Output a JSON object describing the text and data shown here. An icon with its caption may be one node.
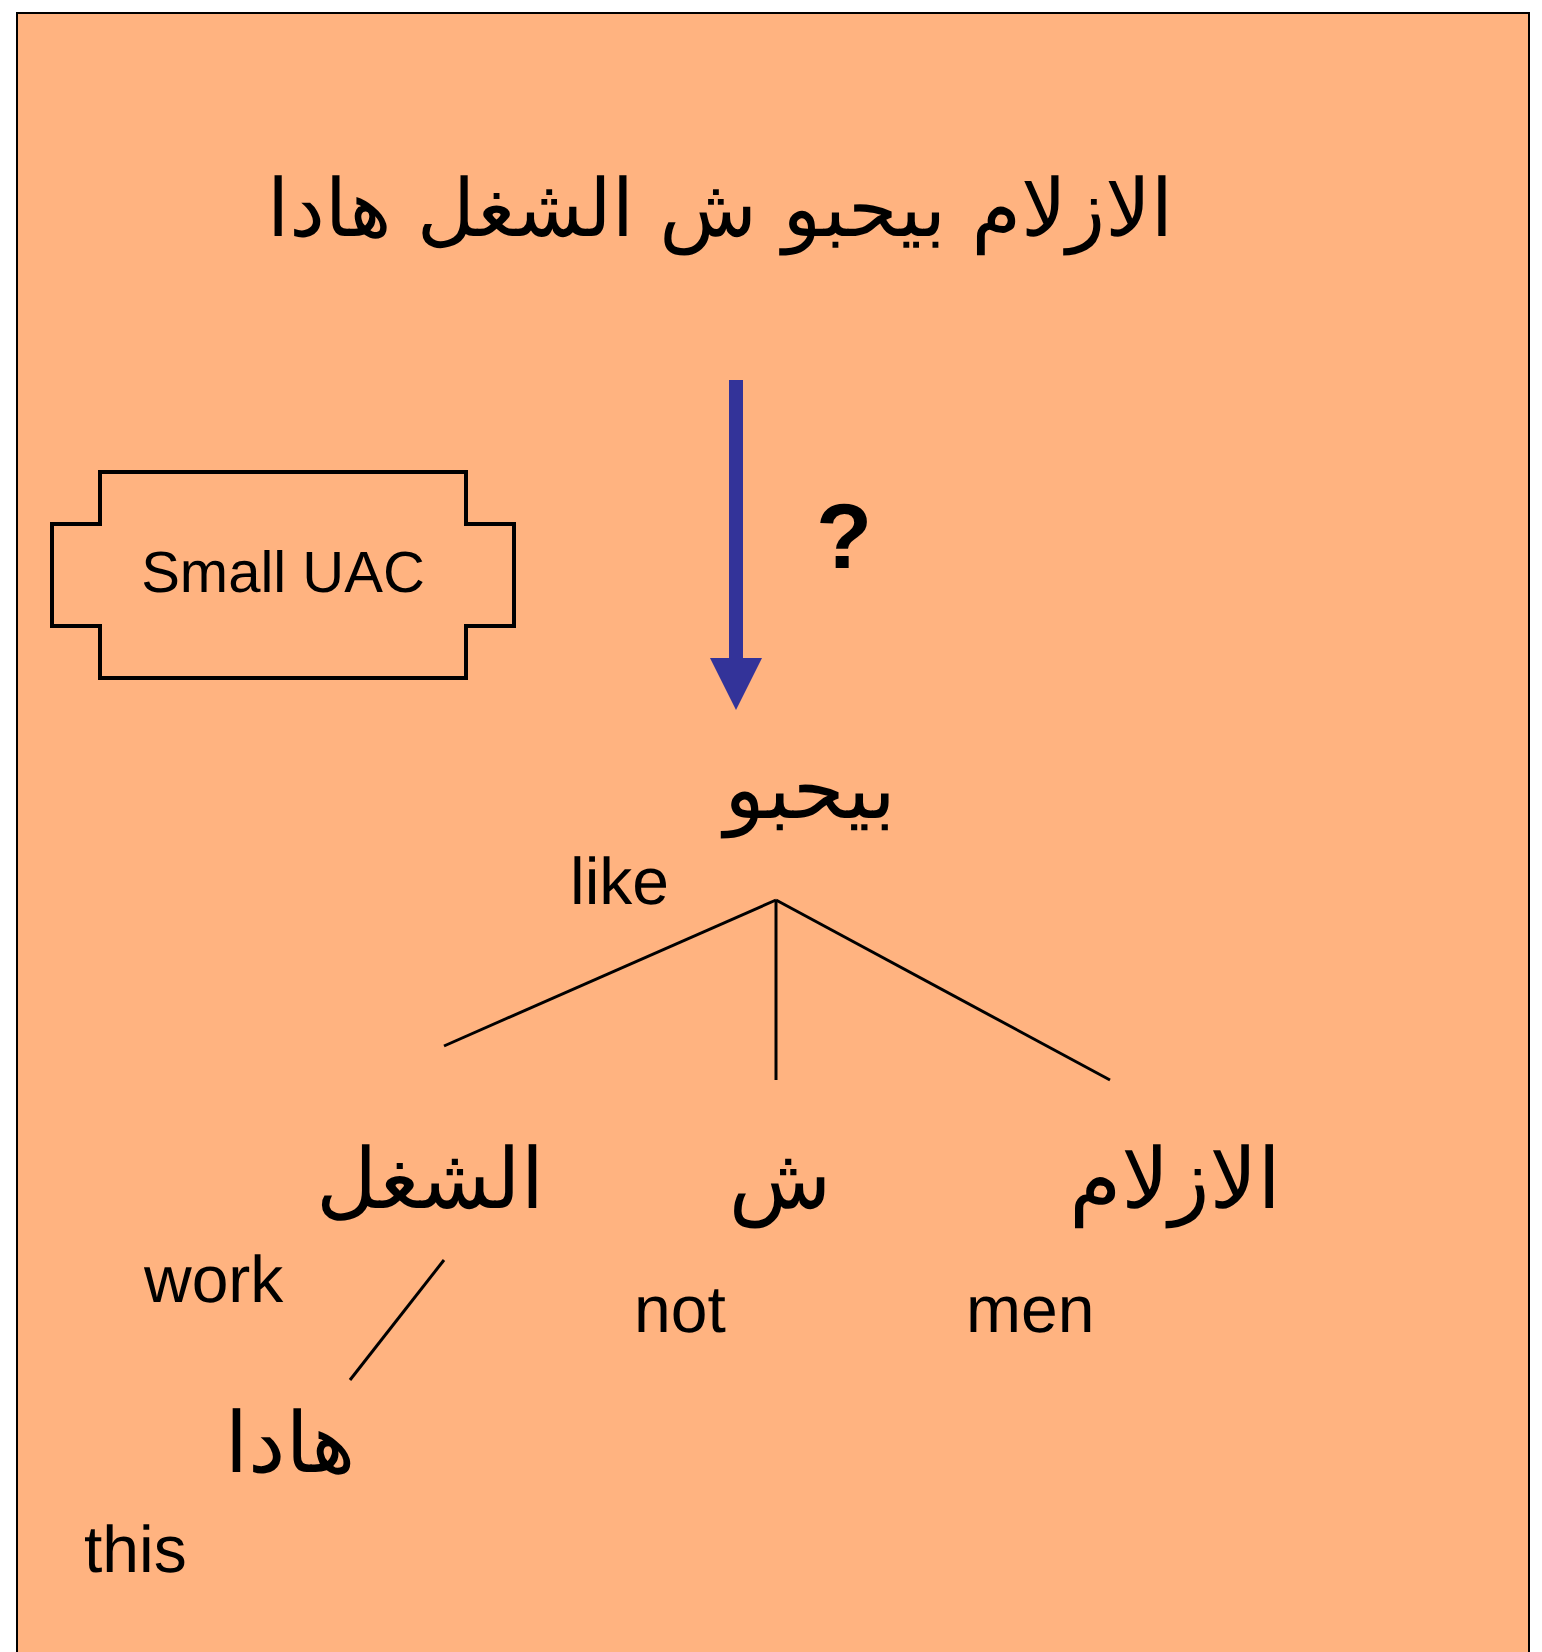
{
  "diagram": {
    "nodes": [
      {
        "text": [
          "الازلام بيحبو ش الشغل هادا"
        ]
      },
      {
        "text": [
          "Small UAC"
        ]
      },
      {
        "text": [
          "بيحبو"
        ],
        "beside": [
          "like"
        ]
      },
      {
        "text": [
          "الشغل"
        ],
        "beside": [
          "work"
        ]
      },
      {
        "text": [
          "ش"
        ],
        "beside": [
          "not"
        ]
      },
      {
        "text": [
          "الازلام"
        ],
        "beside": [
          "men"
        ]
      },
      {
        "text": [
          "هادا"
        ],
        "beside": [
          "this"
        ]
      }
    ],
    "edges": [
      {
        "from": 0,
        "to": 2,
        "arrow": "to",
        "label": "?",
        "style": "thick",
        "color": "#333399"
      },
      {
        "from": 2,
        "to": 3,
        "arrow": "none"
      },
      {
        "from": 2,
        "to": 4,
        "arrow": "none"
      },
      {
        "from": 2,
        "to": 5,
        "arrow": "none"
      },
      {
        "from": 3,
        "to": 6,
        "arrow": "none"
      }
    ]
  }
}
